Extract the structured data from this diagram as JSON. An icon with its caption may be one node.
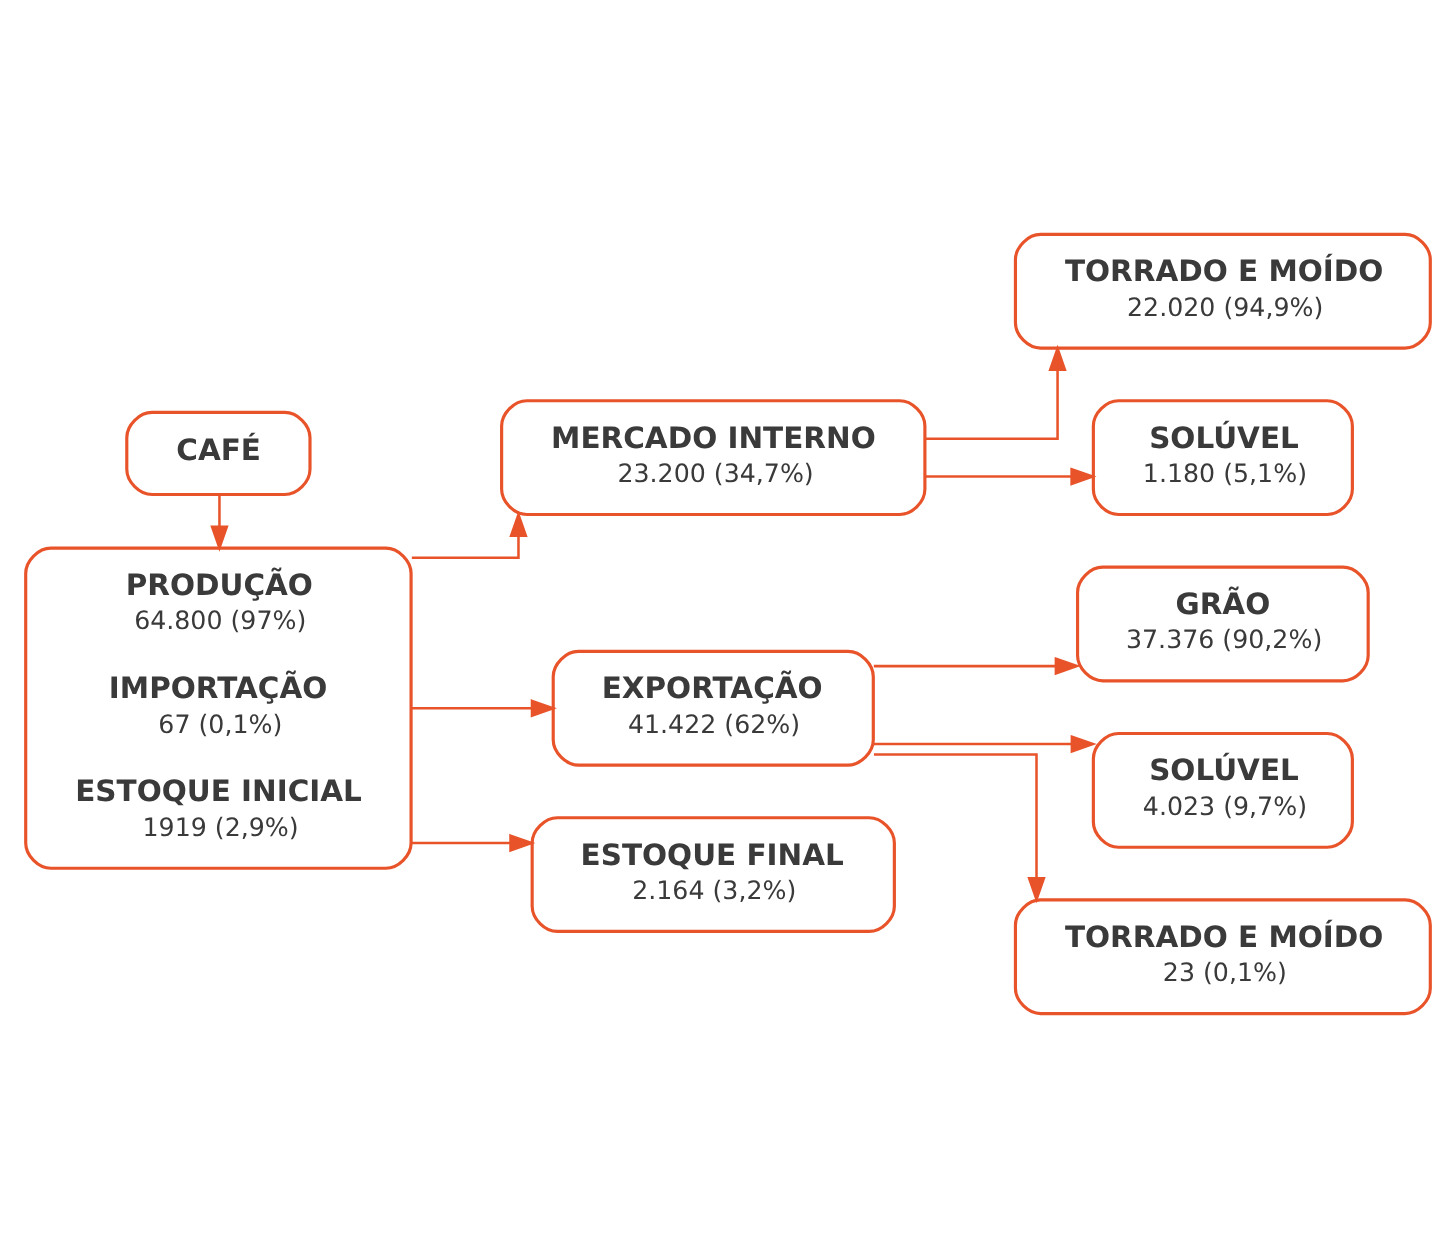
{
  "diagram": {
    "nodes": [
      {
        "text": [
          "CAFÉ"
        ]
      },
      {
        "text": [
          "PRODUÇÃO",
          "64.800 (97%)",
          "IMPORTAÇÃO",
          "67 (0,1%)",
          "ESTOQUE INICIAL",
          "1919 (2,9%)"
        ]
      },
      {
        "text": [
          "MERCADO INTERNO",
          "23.200 (34,7%)"
        ]
      },
      {
        "text": [
          "EXPORTAÇÃO",
          "41.422 (62%)"
        ]
      },
      {
        "text": [
          "ESTOQUE FINAL",
          "2.164 (3,2%)"
        ]
      },
      {
        "text": [
          "TORRADO E MOÍDO",
          "22.020 (94,9%)"
        ]
      },
      {
        "text": [
          "SOLÚVEL",
          "1.180 (5,1%)"
        ]
      },
      {
        "text": [
          "GRÃO",
          "37.376 (90,2%)"
        ]
      },
      {
        "text": [
          "SOLÚVEL",
          "4.023 (9,7%)"
        ]
      },
      {
        "text": [
          "TORRADO E MOÍDO",
          "23 (0,1%)"
        ]
      }
    ],
    "edges": [
      {
        "from": 0,
        "to": 1,
        "arrow": "to"
      },
      {
        "from": 1,
        "to": 2,
        "arrow": "to"
      },
      {
        "from": 1,
        "to": 3,
        "arrow": "to"
      },
      {
        "from": 1,
        "to": 4,
        "arrow": "to"
      },
      {
        "from": 2,
        "to": 5,
        "arrow": "to"
      },
      {
        "from": 2,
        "to": 6,
        "arrow": "to"
      },
      {
        "from": 3,
        "to": 7,
        "arrow": "to"
      },
      {
        "from": 3,
        "to": 8,
        "arrow": "to"
      },
      {
        "from": 3,
        "to": 9,
        "arrow": "to"
      }
    ]
  }
}
